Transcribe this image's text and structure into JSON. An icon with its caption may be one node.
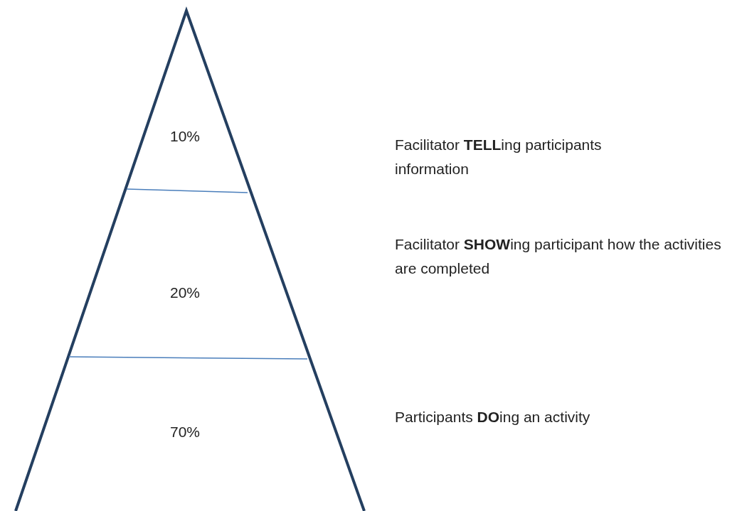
{
  "diagram": {
    "nodes": [
      {
        "text": [
          "10%"
        ]
      },
      {
        "text": [
          "20%"
        ]
      },
      {
        "text": [
          "70%"
        ]
      }
    ],
    "labels": [
      "Facilitator **TELL**ing participants information",
      "Facilitator **SHOW**ing participant how the activities are completed",
      "Participants **DO**ing an activity"
    ]
  }
}
